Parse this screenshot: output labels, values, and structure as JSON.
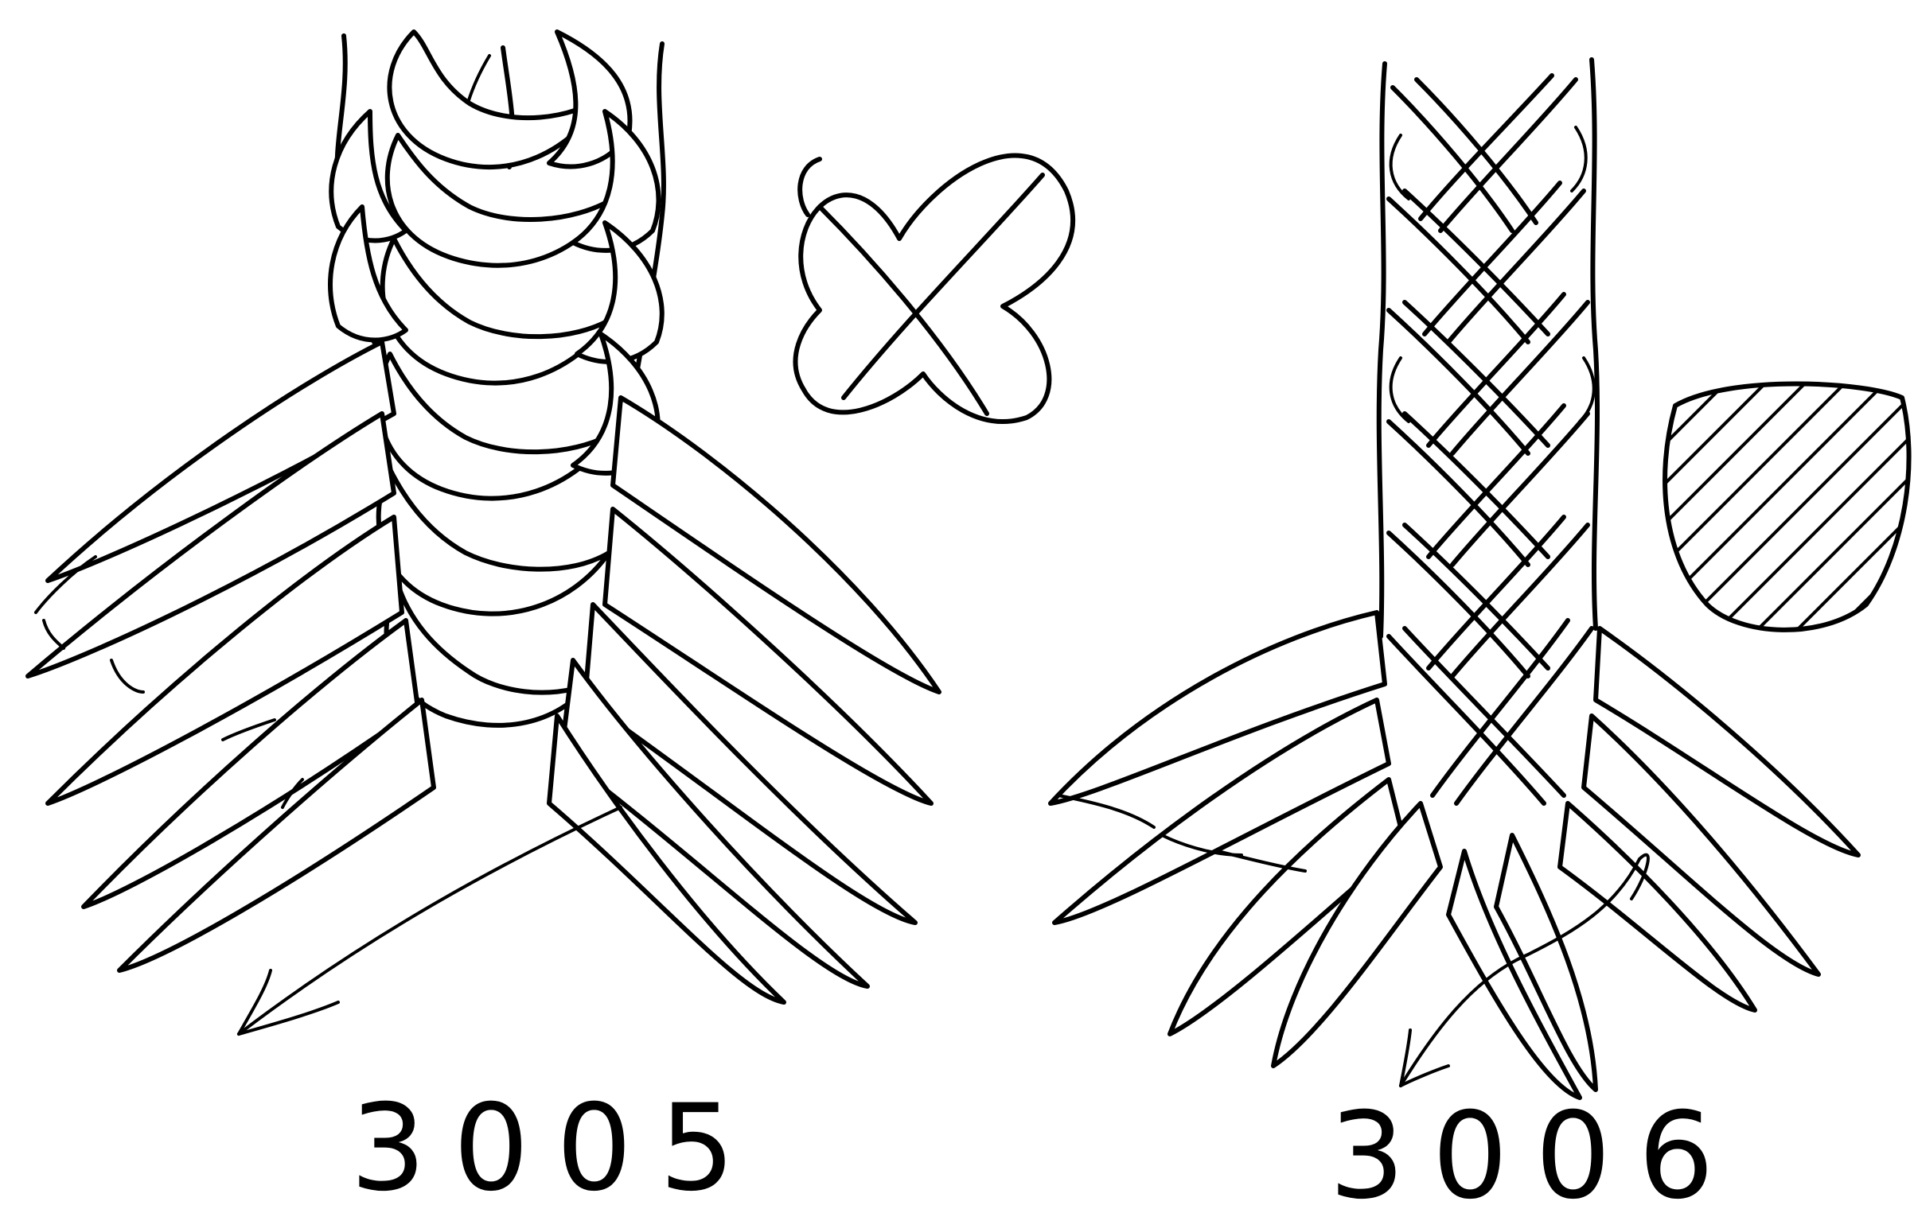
{
  "figures": [
    {
      "number": "3005",
      "cross_section": "four-lobed"
    },
    {
      "number": "3006",
      "cross_section": "solid-round"
    }
  ],
  "colors": {
    "ink": "#000000",
    "paper": "#ffffff"
  }
}
